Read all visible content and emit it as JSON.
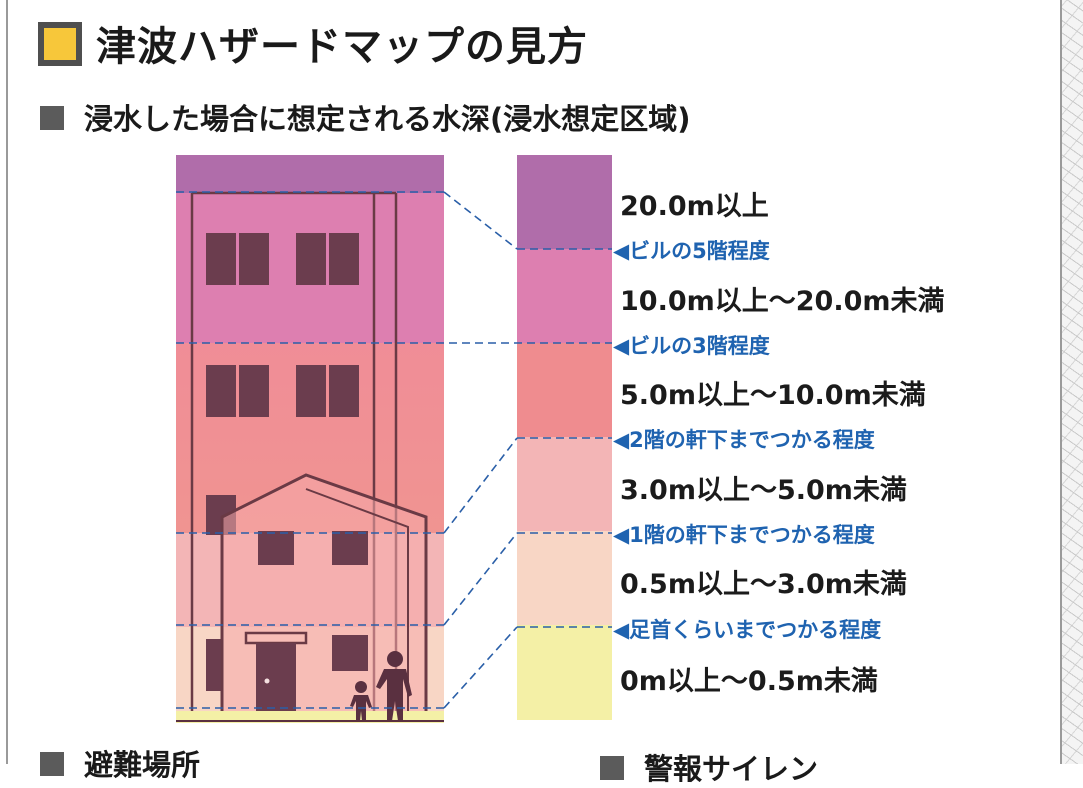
{
  "header": {
    "title": "津波ハザードマップの見方"
  },
  "section_depth": {
    "title": "浸水した場合に想定される水深(浸水想定区域)"
  },
  "depth_scale": [
    {
      "range": "20.0m以上",
      "color": "#b06daa"
    },
    {
      "range": "10.0m以上～20.0m未満",
      "color": "#dd7fb0"
    },
    {
      "range": "5.0m以上～10.0m未満",
      "color": "#ef8c8f"
    },
    {
      "range": "3.0m以上～5.0m未満",
      "color": "#f3b5b6"
    },
    {
      "range": "0.5m以上～3.0m未満",
      "color": "#f8d6c5"
    },
    {
      "range": "0m以上～0.5m未満",
      "color": "#f4f0a6"
    }
  ],
  "level_markers": [
    {
      "label": "◀ビルの5階程度"
    },
    {
      "label": "◀ビルの3階程度"
    },
    {
      "label": "◀2階の軒下までつかる程度"
    },
    {
      "label": "◀1階の軒下までつかる程度"
    },
    {
      "label": "◀足首くらいまでつかる程度"
    }
  ],
  "section_evacuation": {
    "title": "避難場所"
  },
  "section_siren": {
    "title": "警報サイレン"
  },
  "colors": {
    "accent_square": "#f7c73a",
    "marker_blue": "#1f63b0",
    "building_outline": "#6a3a45",
    "window": "#6b3d4e"
  }
}
